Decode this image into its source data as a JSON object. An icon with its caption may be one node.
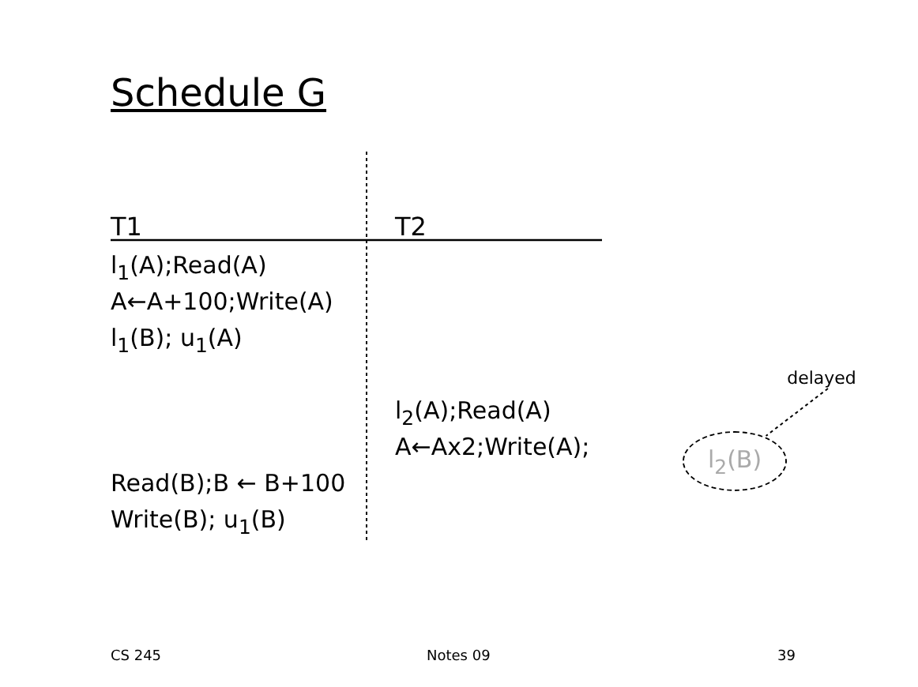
{
  "diagram": {
    "title": "Schedule G",
    "nodes": [
      {
        "text": [
          "delayed"
        ]
      },
      {
        "text": [
          "l$_{2}$(B)"
        ]
      }
    ],
    "edges": [
      {
        "from": 0,
        "to": 1,
        "arrow": "none",
        "style": "dashed"
      }
    ],
    "labels": [
      "T1",
      "T2",
      "l$_{1}$(A);Read(A)",
      "A←A+100;Write(A)",
      "l$_{1}$(B); u$_{1}$(A)",
      "l$_{2}$(A);Read(A)",
      "A←Ax2;Write(A);",
      "Read(B);B ← B+100",
      "Write(B); u$_{1}$(B)",
      "CS 245",
      "Notes 09",
      "39"
    ]
  }
}
